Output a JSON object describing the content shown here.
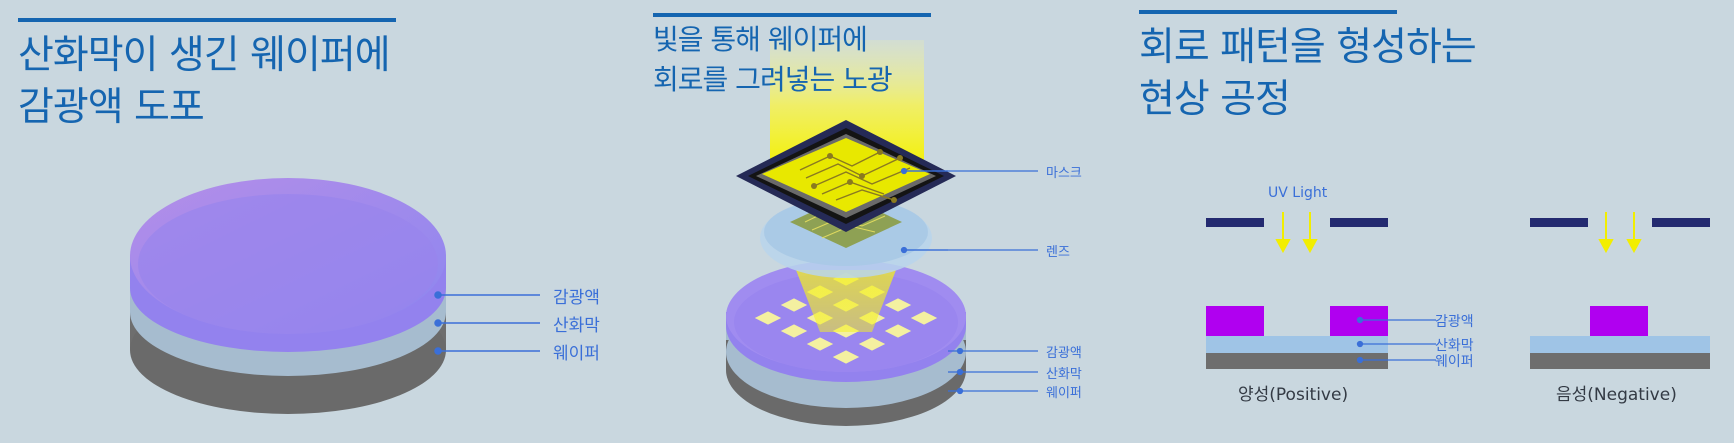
{
  "panel1": {
    "title_line1": "산화막이 생긴 웨이퍼에",
    "title_line2": "감광액 도포",
    "labels": {
      "photoresist": "감광액",
      "oxide": "산화막",
      "wafer": "웨이퍼"
    }
  },
  "panel2": {
    "title_line1": "빛을 통해 웨이퍼에",
    "title_line2": "회로를 그려넣는 노광",
    "labels": {
      "mask": "마스크",
      "lens": "렌즈",
      "photoresist": "감광액",
      "oxide": "산화막",
      "wafer": "웨이퍼"
    }
  },
  "panel3": {
    "title_line1": "회로 패턴을 형성하는",
    "title_line2": "현상 공정",
    "uv_label": "UV Light",
    "labels": {
      "photoresist": "감광액",
      "oxide": "산화막",
      "wafer": "웨이퍼"
    },
    "positive_caption": "양성(Positive)",
    "negative_caption": "음성(Negative)"
  },
  "colors": {
    "background": "#c9d7df",
    "accent_blue": "#1565b0",
    "photoresist": "#9a86ef",
    "oxide": "#a9c0d2",
    "wafer": "#7a7a7a",
    "uv_yellow": "#f5f100",
    "developed_resist": "#b000f0",
    "mask_dark": "#232a70"
  }
}
